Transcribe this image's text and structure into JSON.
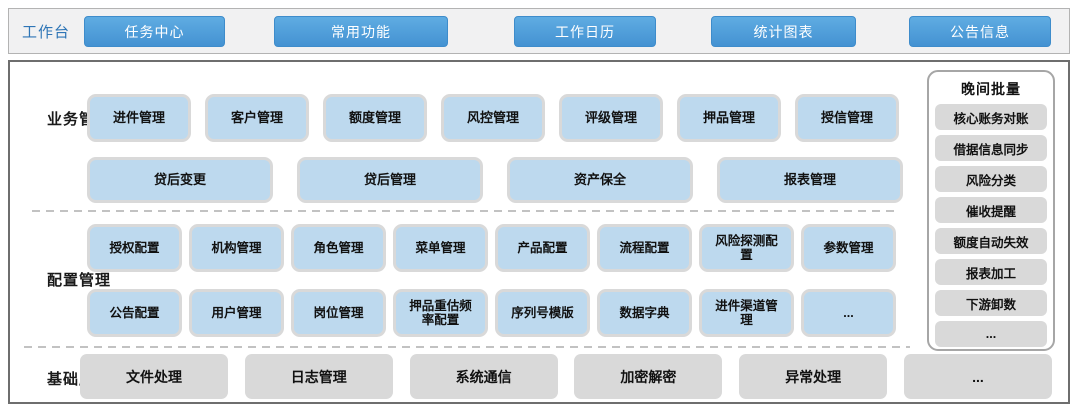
{
  "topbar": {
    "label": "工作台",
    "buttons": [
      "任务中心",
      "常用功能",
      "工作日历",
      "统计图表",
      "公告信息"
    ]
  },
  "sections": {
    "business": {
      "label": "业务管理",
      "row1": [
        "进件管理",
        "客户管理",
        "额度管理",
        "风控管理",
        "评级管理",
        "押品管理",
        "授信管理"
      ],
      "row2": [
        "贷后变更",
        "贷后管理",
        "资产保全",
        "报表管理"
      ]
    },
    "config": {
      "label": "配置管理",
      "row1": [
        "授权配置",
        "机构管理",
        "角色管理",
        "菜单管理",
        "产品配置",
        "流程配置",
        "风险探测配置",
        "参数管理"
      ],
      "row2": [
        "公告配置",
        "用户管理",
        "岗位管理",
        "押品重估频率配置",
        "序列号模版",
        "数据字典",
        "进件渠道管理",
        "..."
      ]
    },
    "base": {
      "label": "基础服务",
      "items": [
        "文件处理",
        "日志管理",
        "系统通信",
        "加密解密",
        "异常处理",
        "..."
      ]
    }
  },
  "night_batch": {
    "title": "晚间批量",
    "items": [
      "核心账务对账",
      "借据信息同步",
      "风险分类",
      "催收提醒",
      "额度自动失效",
      "报表加工",
      "下游卸数",
      "..."
    ]
  },
  "colors": {
    "button_blue": "#4D9BD8",
    "module_blue_fill": "#BDD9EE",
    "module_border_gray": "#D9D9D9",
    "service_gray": "#D9D9D9",
    "workbench_label_blue": "#2E75B6",
    "topbar_bg": "#F1F1F2"
  }
}
